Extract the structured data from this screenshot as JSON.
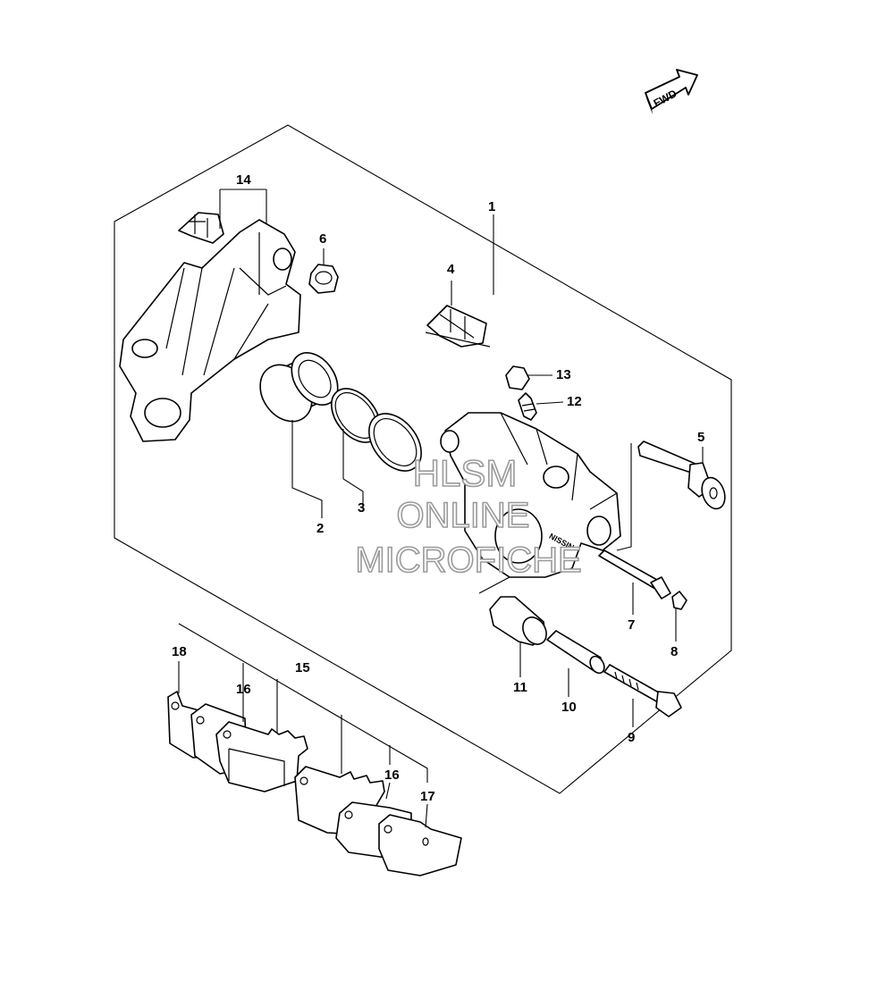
{
  "fwd_badge": {
    "label": "FWD"
  },
  "callouts": {
    "c1": "1",
    "c2": "2",
    "c3": "3",
    "c4": "4",
    "c5": "5",
    "c6": "6",
    "c7": "7",
    "c8": "8",
    "c9": "9",
    "c10": "10",
    "c11": "11",
    "c12": "12",
    "c13": "13",
    "c14": "14",
    "c15": "15",
    "c16a": "16",
    "c16b": "16",
    "c17": "17",
    "c18": "18"
  },
  "caliper_marking": "NISSIN",
  "watermark": {
    "line1": "HLSM",
    "line2": "ONLINE",
    "line3": "MICROFICHE"
  }
}
